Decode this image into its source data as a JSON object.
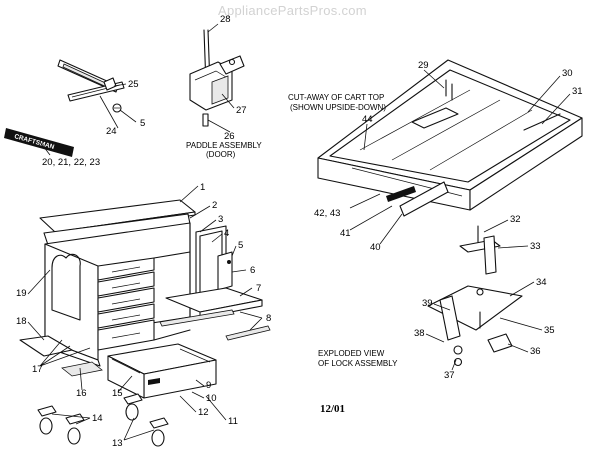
{
  "watermark": "AppliancePartsPros.com",
  "date_code": "12/01",
  "brand_badge": "CRAFTSMAN",
  "captions": {
    "paddle_line1": "PADDLE ASSEMBLY",
    "paddle_line2": "(DOOR)",
    "cart_line1": "CUT-AWAY OF CART TOP",
    "cart_line2": "(SHOWN UPSIDE-DOWN)",
    "lock_line1": "EXPLODED VIEW",
    "lock_line2": "OF LOCK ASSEMBLY"
  },
  "callouts": [
    {
      "id": "p1",
      "label": "1"
    },
    {
      "id": "p2",
      "label": "2"
    },
    {
      "id": "p3",
      "label": "3"
    },
    {
      "id": "p4",
      "label": "4"
    },
    {
      "id": "p5a",
      "label": "5"
    },
    {
      "id": "p5b",
      "label": "5"
    },
    {
      "id": "p6",
      "label": "6"
    },
    {
      "id": "p7",
      "label": "7"
    },
    {
      "id": "p8",
      "label": "8"
    },
    {
      "id": "p9",
      "label": "9"
    },
    {
      "id": "p10",
      "label": "10"
    },
    {
      "id": "p11",
      "label": "11"
    },
    {
      "id": "p12",
      "label": "12"
    },
    {
      "id": "p13",
      "label": "13"
    },
    {
      "id": "p14",
      "label": "14"
    },
    {
      "id": "p15",
      "label": "15"
    },
    {
      "id": "p16",
      "label": "16"
    },
    {
      "id": "p17",
      "label": "17"
    },
    {
      "id": "p18",
      "label": "18"
    },
    {
      "id": "p19",
      "label": "19"
    },
    {
      "id": "p20",
      "label": "20, 21, 22, 23"
    },
    {
      "id": "p24",
      "label": "24"
    },
    {
      "id": "p25",
      "label": "25"
    },
    {
      "id": "p26",
      "label": "26"
    },
    {
      "id": "p27",
      "label": "27"
    },
    {
      "id": "p28",
      "label": "28"
    },
    {
      "id": "p29",
      "label": "29"
    },
    {
      "id": "p30",
      "label": "30"
    },
    {
      "id": "p31",
      "label": "31"
    },
    {
      "id": "p32",
      "label": "32"
    },
    {
      "id": "p33",
      "label": "33"
    },
    {
      "id": "p34",
      "label": "34"
    },
    {
      "id": "p35",
      "label": "35"
    },
    {
      "id": "p36",
      "label": "36"
    },
    {
      "id": "p37",
      "label": "37"
    },
    {
      "id": "p38",
      "label": "38"
    },
    {
      "id": "p39",
      "label": "39"
    },
    {
      "id": "p40",
      "label": "40"
    },
    {
      "id": "p41",
      "label": "41"
    },
    {
      "id": "p42",
      "label": "42, 43"
    },
    {
      "id": "p44",
      "label": "44"
    }
  ]
}
